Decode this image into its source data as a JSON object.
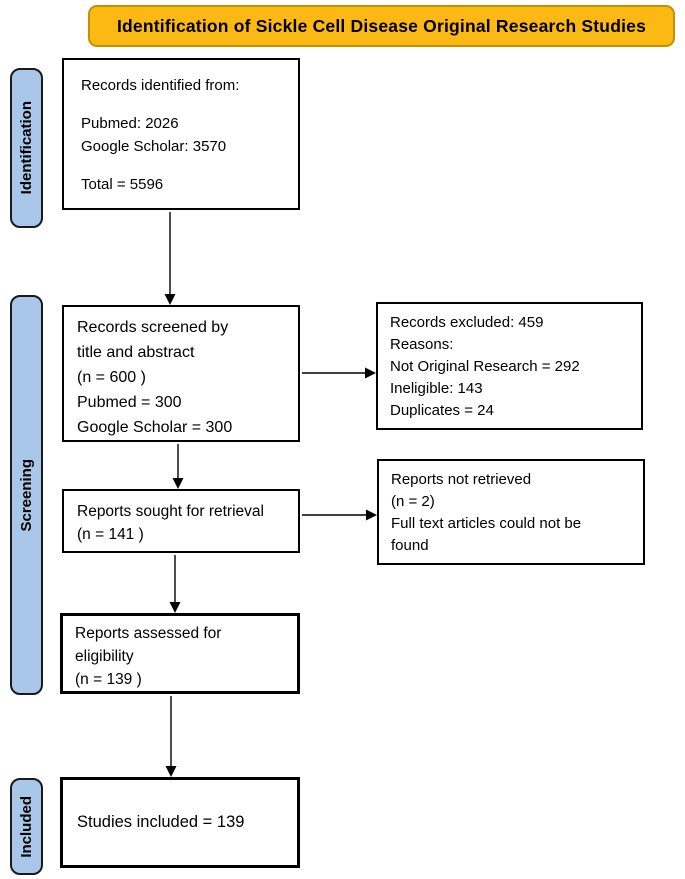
{
  "title": "Identification of Sickle Cell Disease Original Research Studies",
  "colors": {
    "page_bg": "#FFFFFF",
    "text": "#000000",
    "title_bg": "#FCB813",
    "title_border": "#C49000",
    "stage_bg": "#A9C7E8",
    "stage_border": "#1A1A1A",
    "box_border": "#000000",
    "arrow": "#000000"
  },
  "stages": [
    {
      "id": "identification",
      "label": "Identification"
    },
    {
      "id": "screening",
      "label": "Screening"
    },
    {
      "id": "included",
      "label": "Included"
    }
  ],
  "boxes": {
    "records_identified": {
      "lines": [
        "Records identified from:",
        "",
        "Pubmed: 2026",
        "Google Scholar: 3570",
        "",
        "Total = 5596"
      ]
    },
    "records_screened": {
      "lines": [
        "Records screened by",
        "title and abstract",
        "(n = 600 )",
        "Pubmed = 300",
        "Google Scholar = 300"
      ]
    },
    "records_excluded": {
      "lines": [
        "Records excluded: 459",
        "Reasons:",
        "Not Original Research = 292",
        "Ineligible: 143",
        "Duplicates = 24"
      ]
    },
    "reports_sought": {
      "lines": [
        "Reports sought for retrieval",
        "(n = 141 )"
      ]
    },
    "reports_not_retrieved": {
      "lines": [
        "Reports not retrieved",
        "(n = 2)",
        "Full text articles could not be",
        "found"
      ]
    },
    "reports_assessed": {
      "lines": [
        "Reports assessed for",
        "eligibility",
        "(n = 139 )"
      ]
    },
    "studies_included": {
      "lines": [
        "Studies included = 139"
      ]
    }
  }
}
